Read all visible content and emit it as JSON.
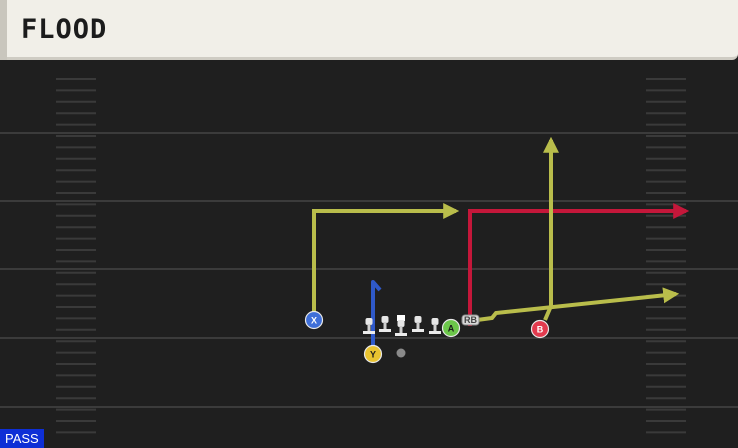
{
  "play": {
    "name": "FLOOD"
  },
  "mode": {
    "label": "PASS"
  },
  "players": {
    "x": {
      "label": "X",
      "color": "#3f6fd8"
    },
    "y": {
      "label": "Y",
      "color": "#e9c330"
    },
    "a": {
      "label": "A",
      "color": "#6cc74a"
    },
    "b": {
      "label": "B",
      "color": "#e23a4e"
    },
    "rb": {
      "label": "RB"
    }
  },
  "route_colors": {
    "yellow": "#b9bd4b",
    "red": "#c4173a",
    "blue": "#2f59c9"
  },
  "icons": [
    "offensive-lineman-icon",
    "quarterback-marker-icon",
    "route-arrow-icon"
  ]
}
